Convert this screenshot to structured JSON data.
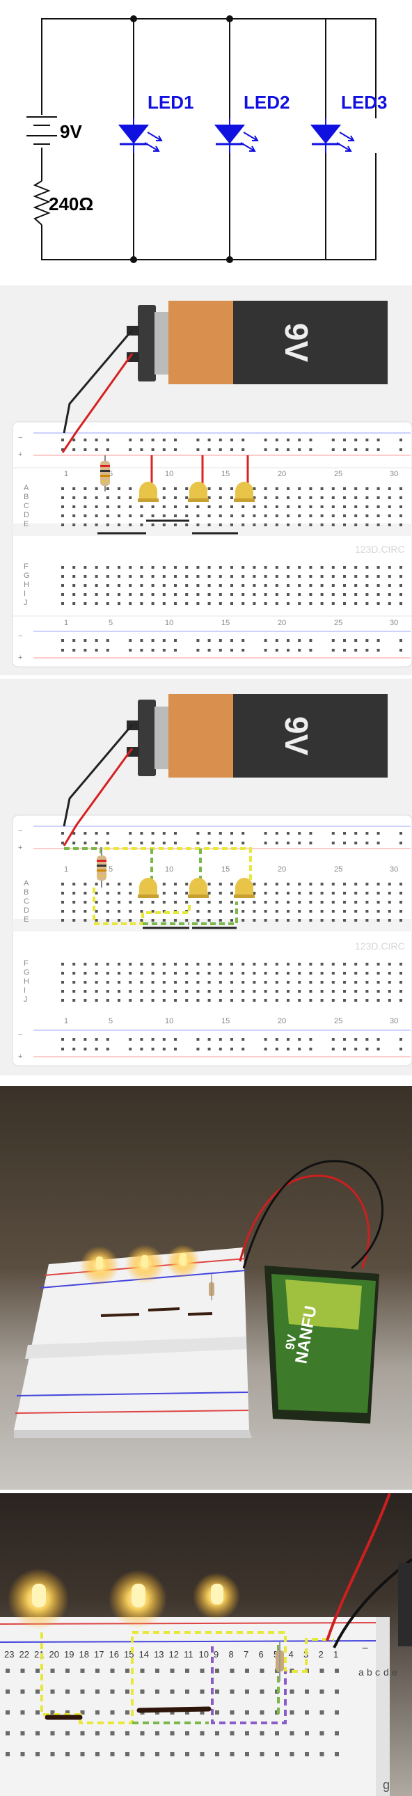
{
  "schematic": {
    "battery_label": "9V",
    "resistor_label": "240Ω",
    "leds": [
      "LED1",
      "LED2",
      "LED3"
    ]
  },
  "breadboard": {
    "battery_label": "9V",
    "row_letters_top": [
      "A",
      "B",
      "C",
      "D",
      "E"
    ],
    "row_letters_bottom": [
      "F",
      "G",
      "H",
      "I",
      "J"
    ],
    "column_numbers": [
      "1",
      "5",
      "10",
      "15",
      "20",
      "25",
      "30"
    ],
    "watermark": "123D.CIRC",
    "rail_minus": "−",
    "rail_plus": "+"
  },
  "photo": {
    "battery_brand": "NANFU",
    "battery_voltage": "9V",
    "row_numbers": [
      "23",
      "22",
      "21",
      "20",
      "19",
      "18",
      "17",
      "16",
      "15",
      "14",
      "13",
      "12",
      "11",
      "10",
      "9",
      "8",
      "7",
      "6",
      "5",
      "4",
      "3",
      "2",
      "1"
    ],
    "row_letters": [
      "a",
      "b",
      "c",
      "d",
      "e"
    ],
    "rail_minus": "−",
    "side_letter": "g"
  },
  "colors": {
    "wire": "#111111",
    "led_blue": "#1010e0",
    "battery_orange": "#d9904f",
    "battery_dark": "#333333",
    "highlight_yellow": "#e8e83a",
    "highlight_green": "#7ab84a",
    "highlight_purple": "#8a5cc7"
  }
}
